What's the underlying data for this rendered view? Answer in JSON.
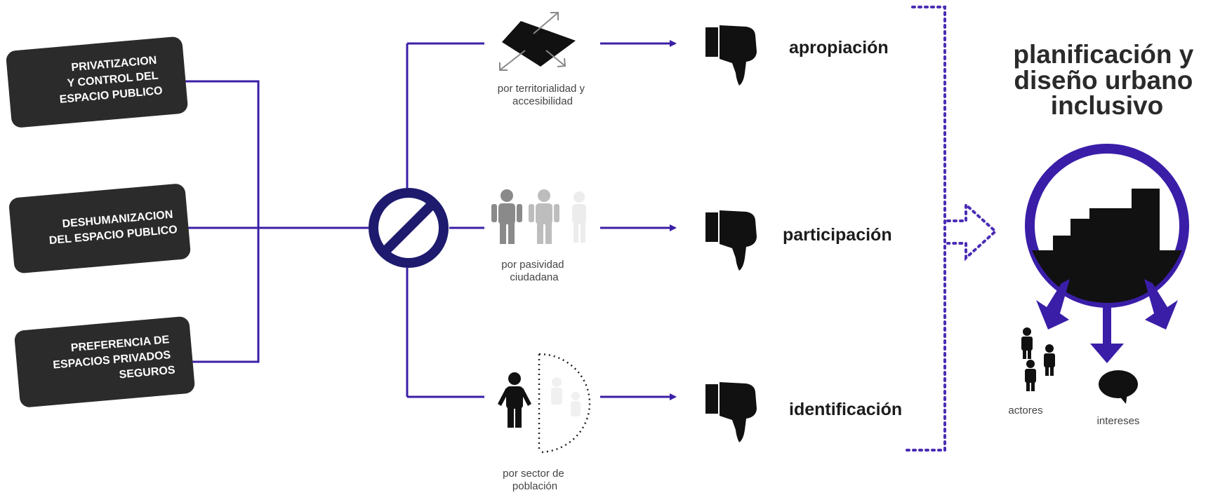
{
  "colors": {
    "connector": "#3b1fa6",
    "ban_sign": "#1e1a6e",
    "dots": "#4b2db5",
    "ring": "#3a1ea8",
    "box_fill": "#2b2b2b",
    "box_text": "#ffffff"
  },
  "causes": [
    {
      "lines": [
        "PRIVATIZACION",
        "Y CONTROL DEL",
        "ESPACIO PUBLICO"
      ]
    },
    {
      "lines": [
        "DESHUMANIZACION",
        "DEL ESPACIO PUBLICO"
      ]
    },
    {
      "lines": [
        "PREFERENCIA DE",
        "ESPACIOS PRIVADOS",
        "SEGUROS"
      ]
    }
  ],
  "center_icon": "prohibited-icon",
  "branches": [
    {
      "icon": "territory-arrows-icon",
      "caption": [
        "por territorialidad y",
        "accesibilidad"
      ],
      "result_icon": "thumbs-down-icon",
      "result": "apropiación"
    },
    {
      "icon": "fading-people-icon",
      "caption": [
        "por pasividad",
        "ciudadana"
      ],
      "result_icon": "thumbs-down-icon",
      "result": "participación"
    },
    {
      "icon": "population-sector-icon",
      "caption": [
        "por sector de",
        "población"
      ],
      "result_icon": "thumbs-down-icon",
      "result": "identificación"
    }
  ],
  "transition_icon": "dotted-arrow-icon",
  "goal": {
    "title_lines": [
      "planificación y",
      "diseño urbano",
      "inclusivo"
    ],
    "icon": "city-in-circle-icon",
    "outputs": [
      {
        "icon": "people-group-icon",
        "label": "actores"
      },
      {
        "icon": "speech-bubble-icon",
        "label": "intereses"
      }
    ]
  }
}
